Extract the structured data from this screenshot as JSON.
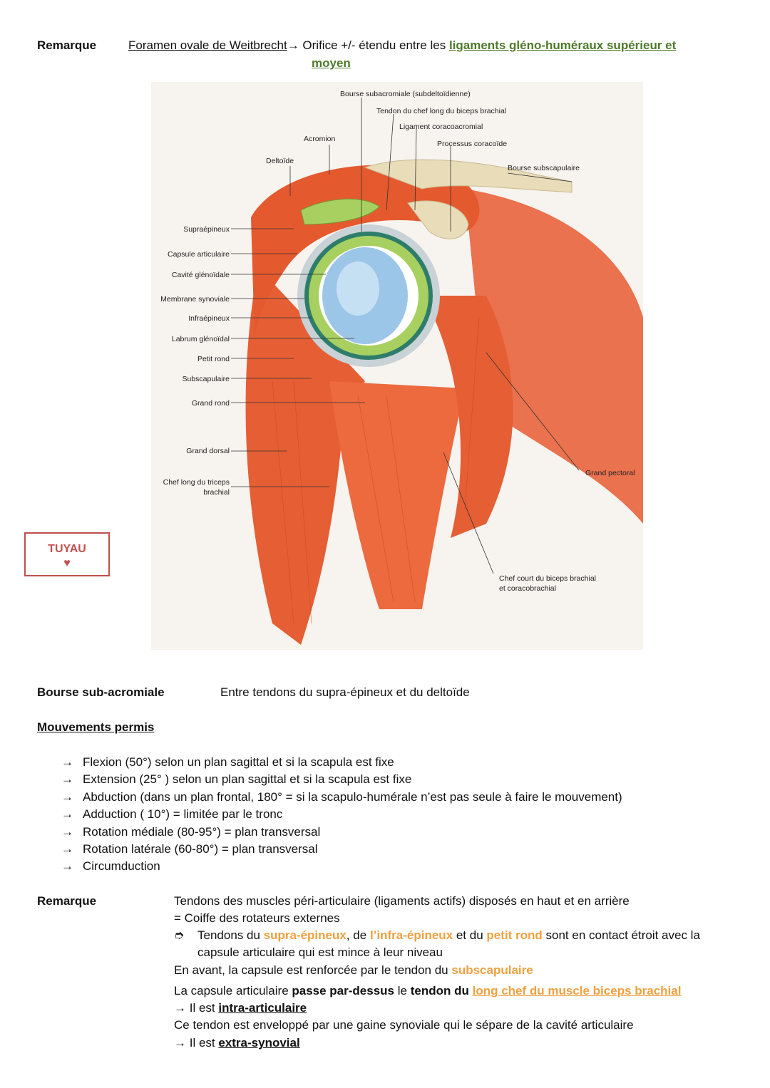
{
  "remark1": {
    "label": "Remarque",
    "foramen": "Foramen ovale de Weitbrecht",
    "arrow": "→ Orifice +/- étendu entre les ",
    "ligaments_line1": "ligaments gléno-huméraux supérieur et",
    "ligaments_line2": "moyen"
  },
  "tip": {
    "label": "TUYAU",
    "heart": "♥"
  },
  "figure": {
    "labels": {
      "bourse_subacromiale": "Bourse subacromiale (subdeltoïdienne)",
      "tendon_biceps": "Tendon du chef long du biceps brachial",
      "lig_coracoacromial": "Ligament coracoacromial",
      "acromion": "Acromion",
      "processus_coracoide": "Processus coracoïde",
      "deltoide": "Deltoïde",
      "bourse_subscapulaire": "Bourse subscapulaire",
      "supraepineux": "Supraépineux",
      "capsule": "Capsule articulaire",
      "cavite": "Cavité glénoïdale",
      "membrane": "Membrane synoviale",
      "infraepineux": "Infraépineux",
      "labrum": "Labrum glénoïdal",
      "petit_rond": "Petit rond",
      "subscapulaire": "Subscapulaire",
      "grand_rond": "Grand rond",
      "grand_dorsal": "Grand dorsal",
      "triceps_1": "Chef long du triceps",
      "triceps_2": "brachial",
      "grand_pectoral": "Grand pectoral",
      "biceps_court_1": "Chef court du biceps brachial",
      "biceps_court_2": "et coracobrachial"
    },
    "colors": {
      "muscle": "#e8643c",
      "cartilage": "#a8d060",
      "bone": "#e9dcb8",
      "cavity": "#9cc6e8"
    }
  },
  "bourse": {
    "label": "Bourse sub-acromiale",
    "text": "Entre tendons du supra-épineux et du deltoïde"
  },
  "movements": {
    "title": "Mouvements permis",
    "arrow": "→",
    "items": [
      "Flexion (50°) selon un plan sagittal et si la scapula est fixe",
      "Extension (25° ) selon un plan sagittal et si la scapula est fixe",
      "Abduction (dans un plan frontal, 180° = si la scapulo-humérale n’est pas seule à faire le mouvement)",
      "Adduction ( 10°) = limitée par le tronc",
      "Rotation médiale (80-95°) = plan transversal",
      "Rotation latérale (60-80°) = plan transversal",
      "Circumduction"
    ]
  },
  "remark2": {
    "label": "Remarque",
    "l1": "Tendons des muscles péri-articulaire (ligaments actifs) disposés en haut et en arrière",
    "l2": "= Coiffe des rotateurs externes",
    "l3_arrow": "➮",
    "l3_a": "Tendons du ",
    "l3_supra": "supra-épineux",
    "l3_b": ", de ",
    "l3_infra": "l’infra-épineux",
    "l3_c": " et du ",
    "l3_petit": "petit rond",
    "l3_d": " sont en contact étroit avec la",
    "l4": "capsule articulaire qui est mince à leur niveau",
    "l5_a": "En avant, la capsule est renforcée par le tendon du ",
    "l5_sub": "subscapulaire",
    "l6_a": "La capsule articulaire ",
    "l6_b": "passe par-dessus",
    "l6_c": " le ",
    "l6_d": "tendon du",
    "l6_e": " ",
    "l6_f": "long chef du muscle biceps brachial",
    "l7_a": "→ Il est ",
    "l7_b": "intra-articulaire",
    "l8": "Ce tendon est enveloppé par une gaine synoviale qui le sépare de la cavité articulaire",
    "l9_a": "→ Il est ",
    "l9_b": "extra-synovial"
  }
}
